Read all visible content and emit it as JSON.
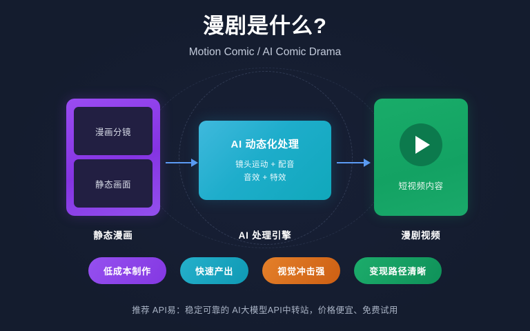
{
  "header": {
    "title": "漫剧是什么?",
    "subtitle": "Motion Comic / AI Comic Drama"
  },
  "flow": {
    "stage1": {
      "caption": "静态漫画",
      "panels": [
        {
          "label": "漫画分镜"
        },
        {
          "label": "静态画面"
        }
      ],
      "color": "#8b3fe8"
    },
    "stage2": {
      "caption": "AI 处理引擎",
      "title": "AI 动态化处理",
      "lines": [
        "镜头运动 + 配音",
        "音效 + 特效"
      ],
      "color": "#1eadcb"
    },
    "stage3": {
      "caption": "漫剧视频",
      "label": "短视频内容",
      "icon": "play-icon",
      "color": "#17a864"
    },
    "arrows": {
      "icon": "arrow-right-icon",
      "color": "#5c9bf5"
    }
  },
  "pills": [
    {
      "label": "低成本制作",
      "color": "#8a3fe0"
    },
    {
      "label": "快速产出",
      "color": "#1aa5c1"
    },
    {
      "label": "视觉冲击强",
      "color": "#d9701f"
    },
    {
      "label": "变现路径清晰",
      "color": "#17a065"
    }
  ],
  "footer": {
    "text": "推荐 API易：稳定可靠的 AI大模型API中转站，价格便宜、免费试用"
  },
  "theme": {
    "background": "#141c2e",
    "text": "#ffffff",
    "muted": "#aab4c6"
  }
}
